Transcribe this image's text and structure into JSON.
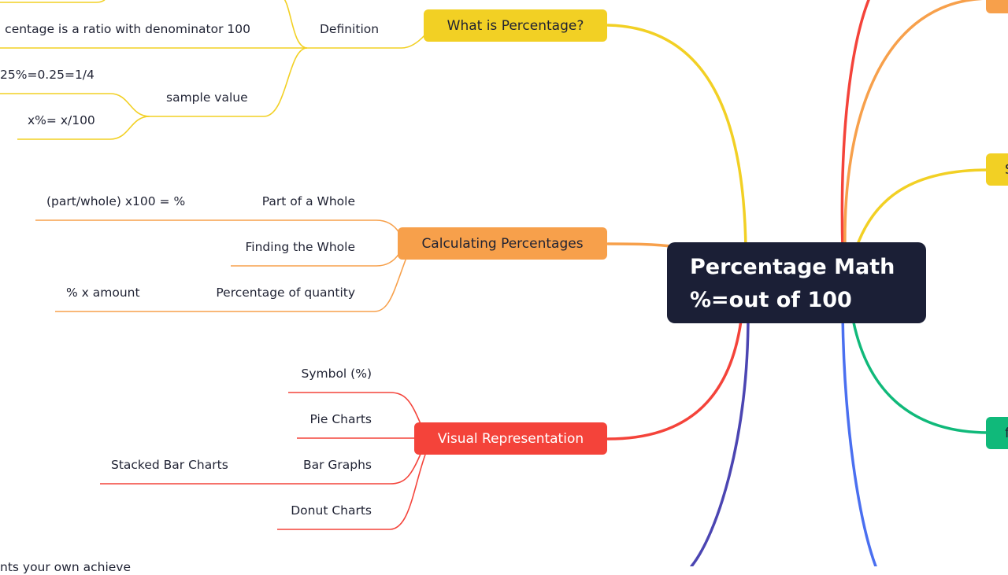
{
  "root": {
    "line1": "Percentage Math",
    "line2": "%=out of 100"
  },
  "branches": {
    "what": {
      "title": "What is Percentage?",
      "color": "#f2d024",
      "definition": {
        "label": "Definition",
        "items": [
          "centage is a ratio with denominator 100"
        ]
      },
      "sample": {
        "label": "sample value",
        "items": [
          "25%=0.25=1/4",
          "x%= x/100"
        ]
      }
    },
    "calc": {
      "title": "Calculating Percentages",
      "color": "#f7a04b",
      "items": [
        {
          "label": "Part of a Whole",
          "child": "(part/whole) x100 = %"
        },
        {
          "label": "Finding the Whole"
        },
        {
          "label": "Percentage of quantity",
          "child": "% x amount"
        }
      ]
    },
    "visual": {
      "title": "Visual Representation",
      "color": "#f4433a",
      "items": [
        {
          "label": "Symbol (%)"
        },
        {
          "label": "Pie Charts"
        },
        {
          "label": "Bar Graphs",
          "child": "Stacked Bar Charts"
        },
        {
          "label": "Donut Charts"
        }
      ]
    }
  },
  "fragments": {
    "bottom_text": "nts your own achieve",
    "right_yellow": "S",
    "right_green": "f"
  },
  "colors": {
    "purple": "#4b45b2",
    "blue": "#4a6ff0",
    "green": "#10b97a",
    "orange": "#f7a04b",
    "red": "#f4433a",
    "yellow": "#f2d024"
  }
}
